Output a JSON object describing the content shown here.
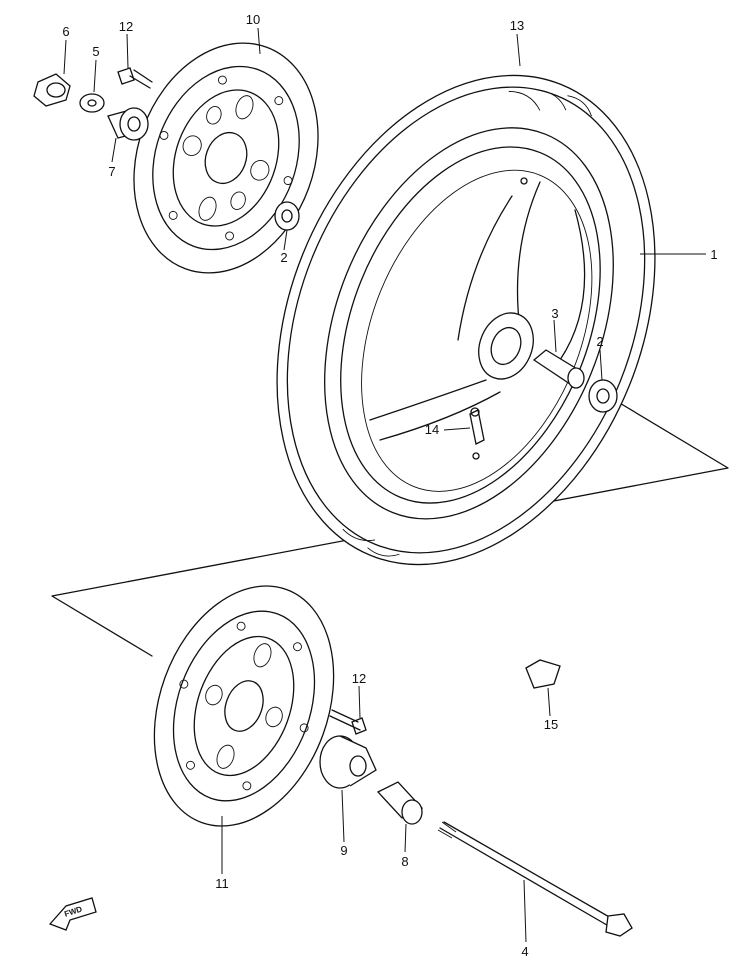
{
  "diagram": {
    "callouts": {
      "c1": "1",
      "c2a": "2",
      "c2b": "2",
      "c3": "3",
      "c4": "4",
      "c5": "5",
      "c6": "6",
      "c7": "7",
      "c8": "8",
      "c9": "9",
      "c10": "10",
      "c11": "11",
      "c12a": "12",
      "c12b": "12",
      "c13": "13",
      "c14": "14",
      "c15": "15"
    },
    "forward_marker": "FWD"
  }
}
